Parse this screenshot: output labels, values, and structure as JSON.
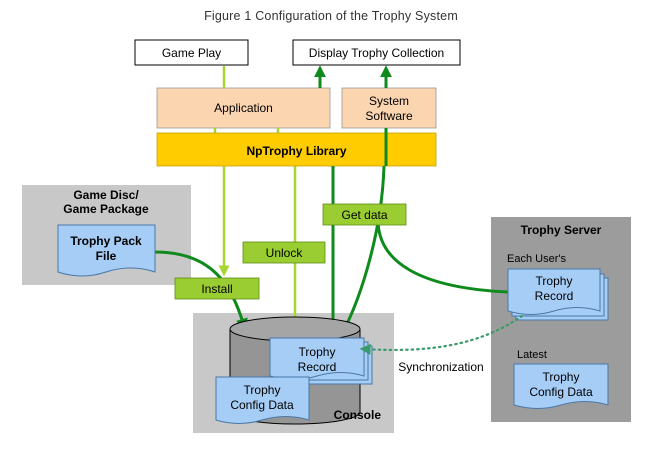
{
  "caption": "Figure 1  Configuration of the Trophy System",
  "colors": {
    "dark_green": "#0f8a1c",
    "light_green": "#a8d630",
    "label_green": "#9acd32",
    "orange_box": "#fbd4b0",
    "yellow_bar": "#ffcc00",
    "gray_panel": "#c8c8c8",
    "dark_gray_panel": "#9c9c9c",
    "doc_blue": "#a6cdf5",
    "sync_dots": "#3a9a6a"
  },
  "boxes": {
    "game_play": "Game Play",
    "display_trophy_collection": "Display Trophy Collection",
    "application": "Application",
    "system_software": [
      "System",
      "Software"
    ],
    "nptrophy_library": "NpTrophy Library"
  },
  "game_disc": {
    "title": [
      "Game Disc/",
      "Game Package"
    ],
    "trophy_pack_file": [
      "Trophy Pack",
      "File"
    ]
  },
  "console": {
    "label": "Console",
    "trophy_record": [
      "Trophy",
      "Record"
    ],
    "trophy_config_data": [
      "Trophy",
      "Config Data"
    ]
  },
  "trophy_server": {
    "title": "Trophy Server",
    "each_users": "Each User's",
    "trophy_record": [
      "Trophy",
      "Record"
    ],
    "latest": "Latest",
    "trophy_config_data": [
      "Trophy",
      "Config Data"
    ]
  },
  "flow_labels": {
    "get_data": "Get data",
    "unlock": "Unlock",
    "install": "Install",
    "synchronization": "Synchronization"
  }
}
